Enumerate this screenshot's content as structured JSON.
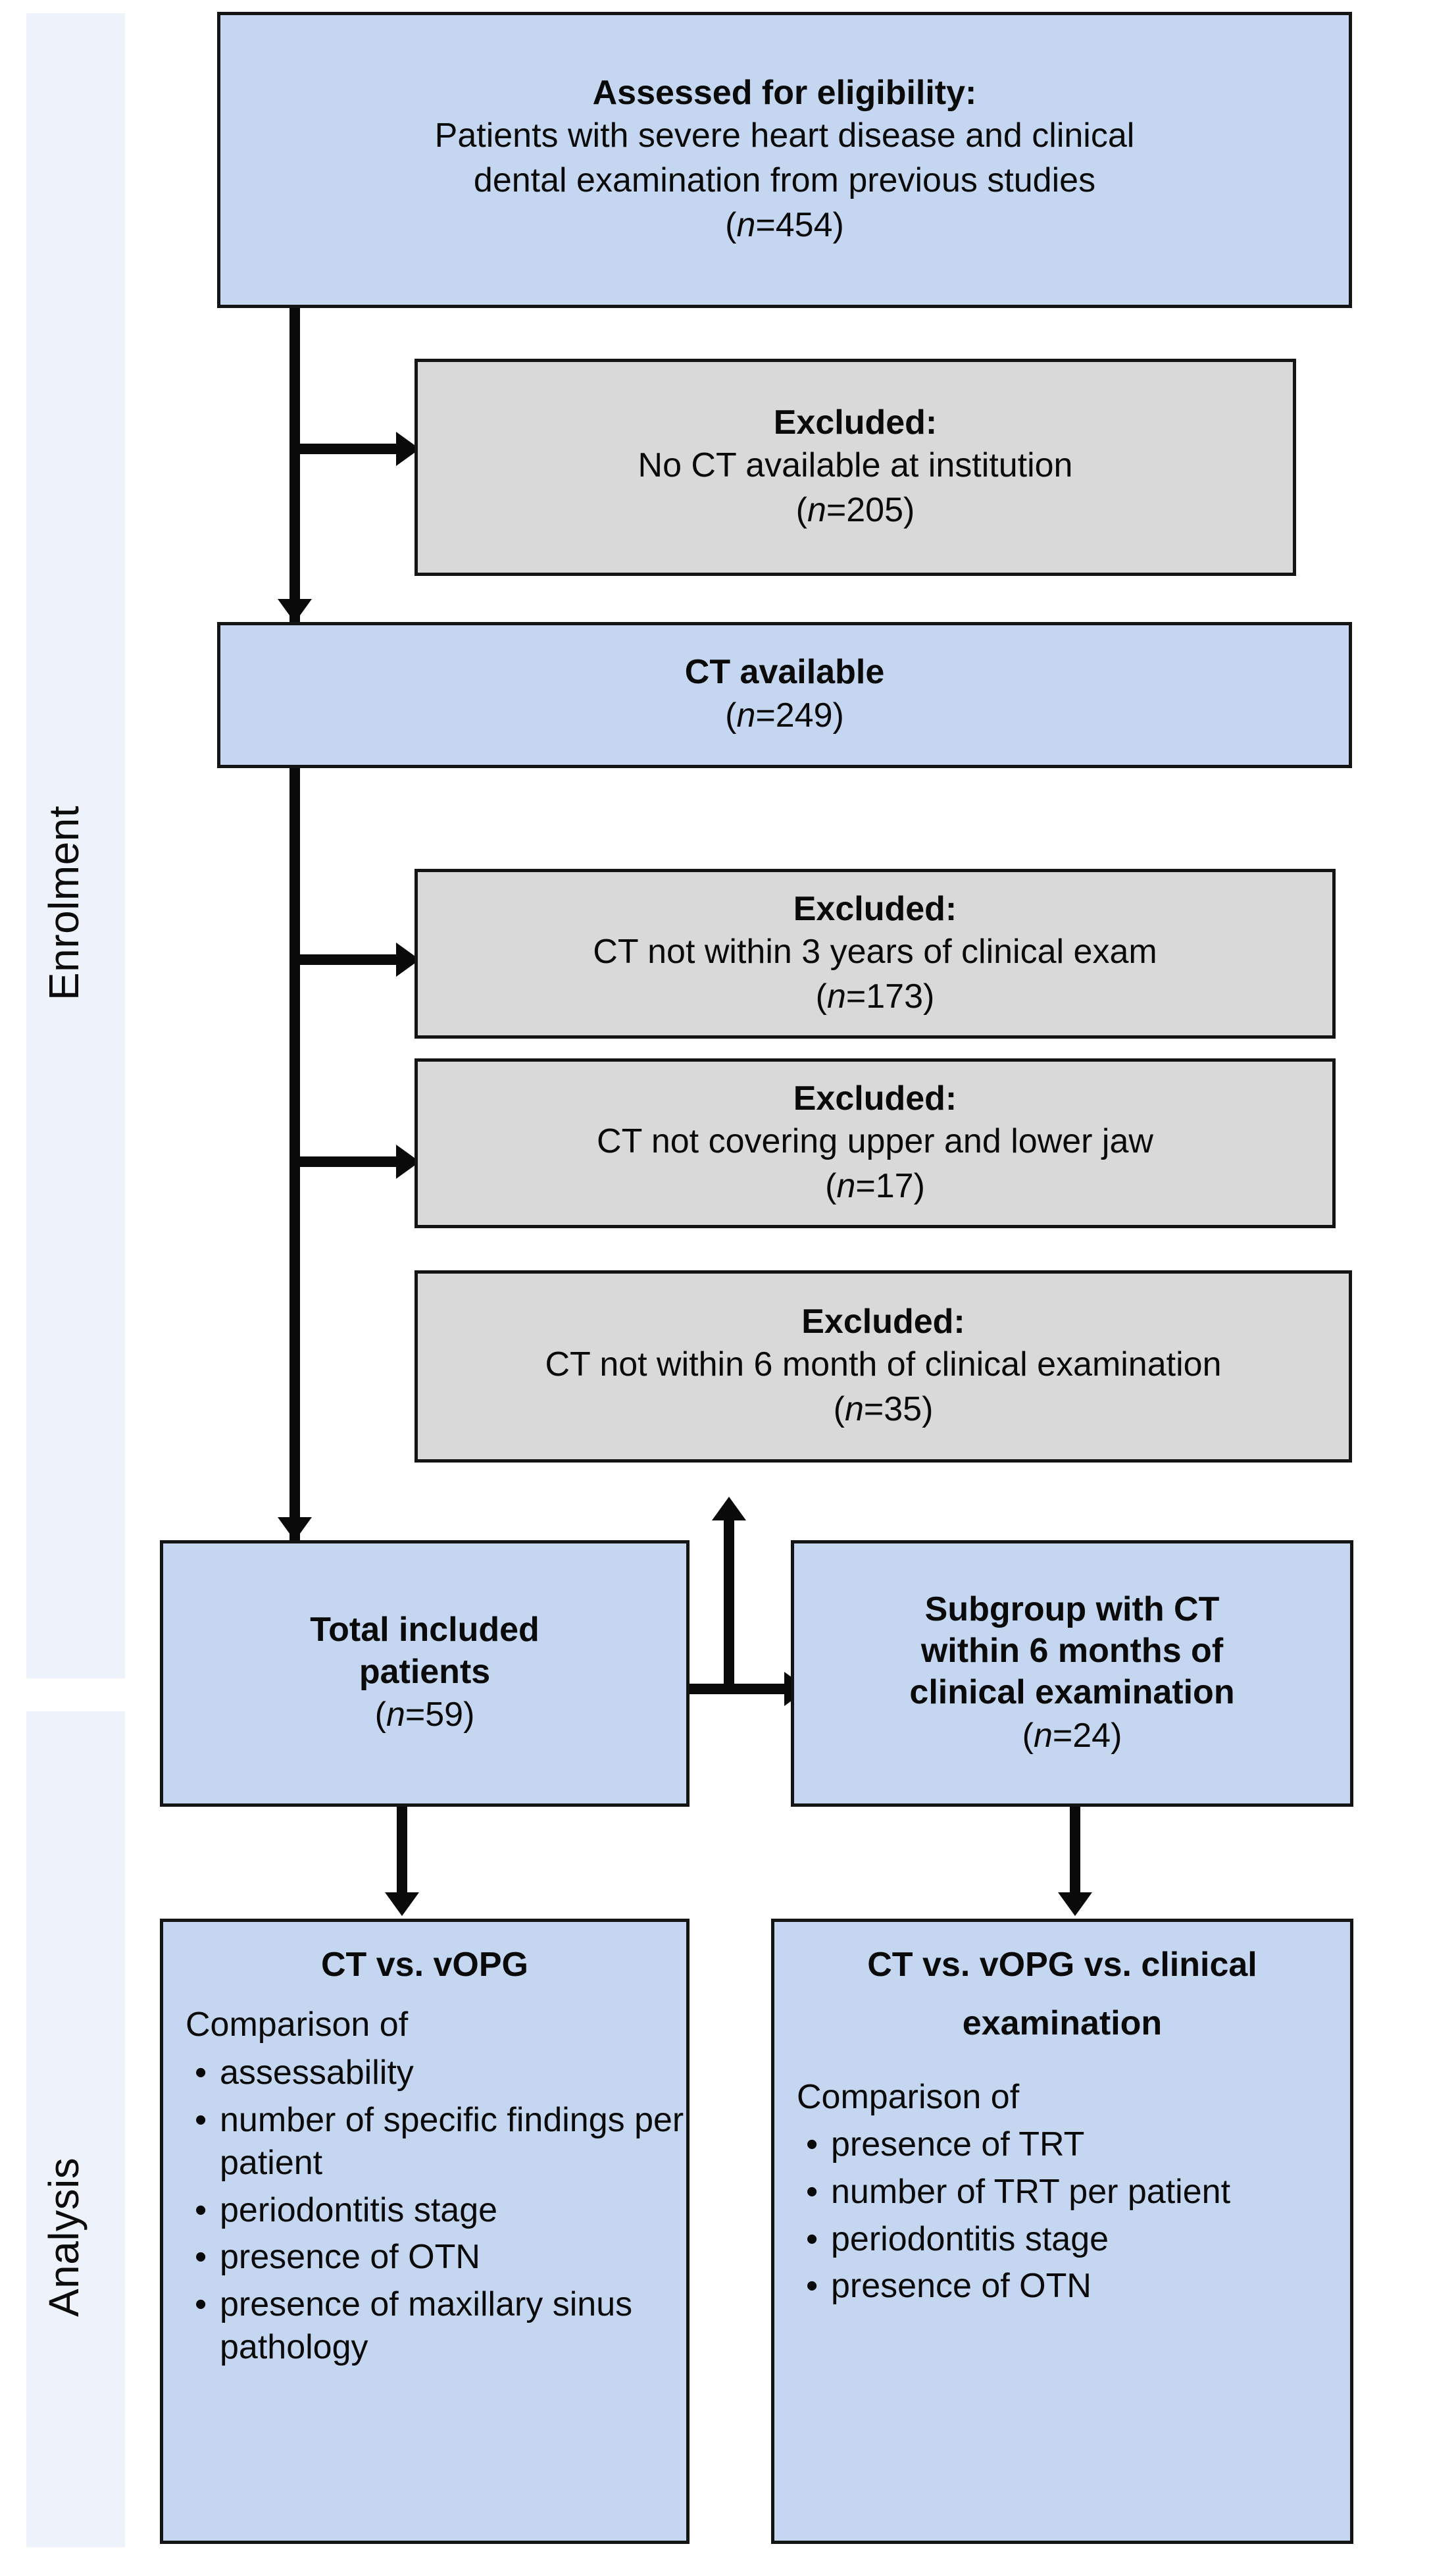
{
  "bands": [
    {
      "label": "Enrolment"
    },
    {
      "label": "Analysis"
    }
  ],
  "boxes": {
    "assessed": {
      "title": "Assessed for eligibility:",
      "line1": "Patients with severe heart disease and clinical",
      "line2": "dental examination from previous studies",
      "n": "(n=454)",
      "n_prefix": "(",
      "n_italic": "n",
      "n_value": "=454)",
      "fill": "#c4d6f0"
    },
    "excluded_no_ct": {
      "title": "Excluded:",
      "line1": "No CT available at institution",
      "n_prefix": "(",
      "n_italic": "n",
      "n_value": "=205)",
      "fill": "#d9d9d9"
    },
    "ct_available": {
      "title": "CT available",
      "n_prefix": "(",
      "n_italic": "n",
      "n_value": "=249)",
      "fill": "#c4d6f0"
    },
    "excluded_3_years": {
      "title": "Excluded:",
      "line1": "CT not within 3 years of clinical exam",
      "n_prefix": "(",
      "n_italic": "n",
      "n_value": "=173)",
      "fill": "#d9d9d9"
    },
    "excluded_jaw": {
      "title": "Excluded:",
      "line1": "CT not covering upper and lower jaw",
      "n_prefix": "(",
      "n_italic": "n",
      "n_value": "=17)",
      "fill": "#d9d9d9"
    },
    "excluded_6_month": {
      "title": "Excluded:",
      "line1": "CT not within 6 month of clinical examination",
      "n_prefix": "(",
      "n_italic": "n",
      "n_value": "=35)",
      "fill": "#d9d9d9"
    },
    "total_included": {
      "title_line1": "Total included",
      "title_line2": "patients",
      "n_prefix": "(",
      "n_italic": "n",
      "n_value": "=59)",
      "fill": "#c4d6f0"
    },
    "subgroup": {
      "title_line1": "Subgroup with CT",
      "title_line2": "within 6 months of",
      "title_line3": "clinical examination",
      "n_prefix": "(",
      "n_italic": "n",
      "n_value": "=24)",
      "fill": "#c4d6f0"
    },
    "analysis_left": {
      "title": "CT vs. vOPG",
      "lead": "Comparison of",
      "items": [
        "assessability",
        "number of specific findings per patient",
        "periodontitis stage",
        "presence of OTN",
        "presence of maxillary sinus pathology"
      ],
      "fill": "#c4d6f0"
    },
    "analysis_right": {
      "title_line1": "CT vs. vOPG vs. clinical",
      "title_line2": "examination",
      "lead": "Comparison of",
      "items": [
        "presence of TRT",
        "number of TRT per patient",
        "periodontitis stage",
        "presence of OTN"
      ],
      "fill": "#c4d6f0"
    }
  },
  "colors": {
    "box_blue": "#c4d6f0",
    "box_gray": "#d9d9d9",
    "band": "#eef2fa",
    "stroke": "#141414"
  }
}
